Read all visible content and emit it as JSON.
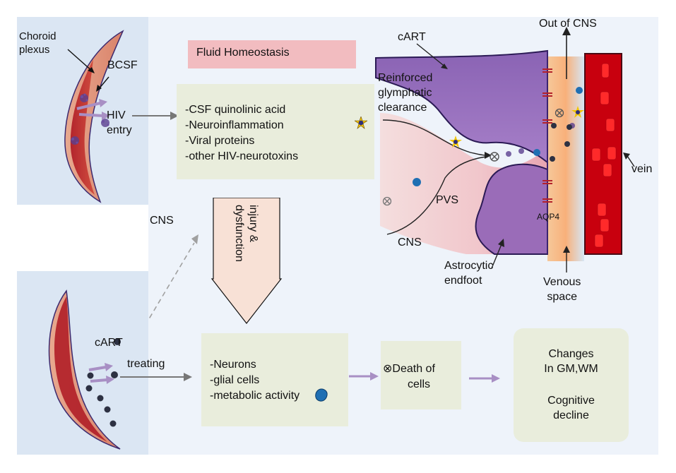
{
  "colors": {
    "page_background": "#ffffff",
    "diagram_background": "#eef3fa",
    "panel_blue": "#dbe6f3",
    "vessel_dark_red": "#b3222b",
    "vessel_tan": "#e8a98f",
    "vein_red": "#c8000e",
    "astrocyte_purple": "#9a6cb8",
    "box_green": "#e9eddc",
    "fluid_box_pink": "#f2bcc0",
    "arrow_purple": "#a88fc4",
    "arrow_gray": "#777777"
  },
  "choroid_panel": {
    "title_line1": "Choroid",
    "title_line2": "plexus",
    "bcsf": "BCSF",
    "hiv_line1": "HIV",
    "hiv_line2": "entry"
  },
  "fluid_box": {
    "label": "Fluid Homeostasis"
  },
  "toxins_box": {
    "items": [
      "-CSF quinolinic acid",
      "-Neuroinflammation",
      "-Viral proteins",
      "-other HIV-neurotoxins"
    ]
  },
  "cns_label": "CNS",
  "injury_arrow": {
    "line1": "injury &",
    "line2": "dysfunction"
  },
  "glymphatic": {
    "cart": "cART",
    "out_of_cns": "Out of CNS",
    "reinforced_line1": "Reinforced",
    "reinforced_line2": "glymphatic",
    "reinforced_line3": "clearance",
    "vein": "vein",
    "pvs": "PVS",
    "aqp4": "AQP4",
    "cns": "CNS",
    "astro_line1": "Astrocytic",
    "astro_line2": "endfoot",
    "venous_line1": "Venous",
    "venous_line2": "space"
  },
  "cart_panel": {
    "cart": "cART",
    "treating": "treating"
  },
  "neuron_box": {
    "items": [
      "-Neurons",
      "-glial cells",
      "-metabolic activity"
    ]
  },
  "death_box": {
    "line1": "Death of",
    "line2": "cells",
    "symbol": "⊗"
  },
  "changes_box": {
    "line1": "Changes",
    "line2": "In GM,WM",
    "line3": "Cognitive",
    "line4": "decline"
  }
}
